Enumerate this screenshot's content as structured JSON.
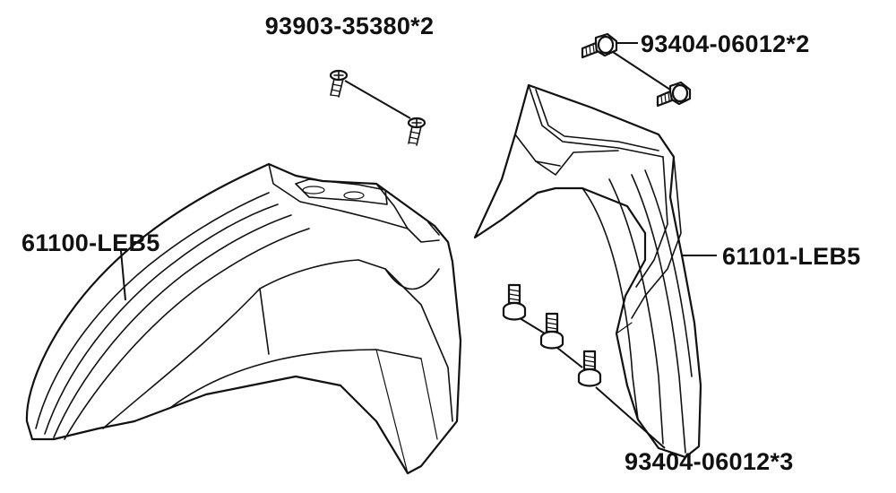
{
  "diagram": {
    "parts": [
      {
        "id": "front-fender",
        "part_number": "61100-LEB5"
      },
      {
        "id": "fender-rear-section",
        "part_number": "61101-LEB5"
      }
    ],
    "fasteners": [
      {
        "id": "tapping-screw",
        "part_number": "93903-35380*2"
      },
      {
        "id": "bolt-upper",
        "part_number": "93404-06012*2"
      },
      {
        "id": "bolt-lower",
        "part_number": "93404-06012*3"
      }
    ],
    "colors": {
      "line": "#111111",
      "background": "#ffffff"
    }
  }
}
